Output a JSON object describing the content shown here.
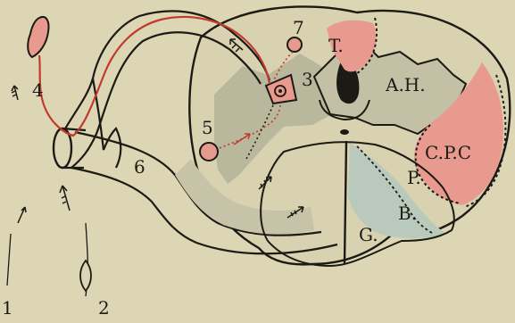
{
  "diagram": {
    "labels": {
      "t": "T.",
      "ah": "A.H.",
      "cpc": "C.P.C",
      "p": "P.",
      "b": "B.",
      "g": "G.",
      "n1": "1",
      "n2": "2",
      "n3": "3",
      "n4": "4",
      "n5": "5",
      "n6": "6",
      "n7": "7"
    },
    "colors": {
      "background": "#dcd6b4",
      "red_tract": "#e89a8e",
      "blue_tract": "#b9c9bb",
      "grey_matter": "#b6b49a",
      "ink": "#1c1a14",
      "red_fibre": "#c23a2c"
    }
  }
}
